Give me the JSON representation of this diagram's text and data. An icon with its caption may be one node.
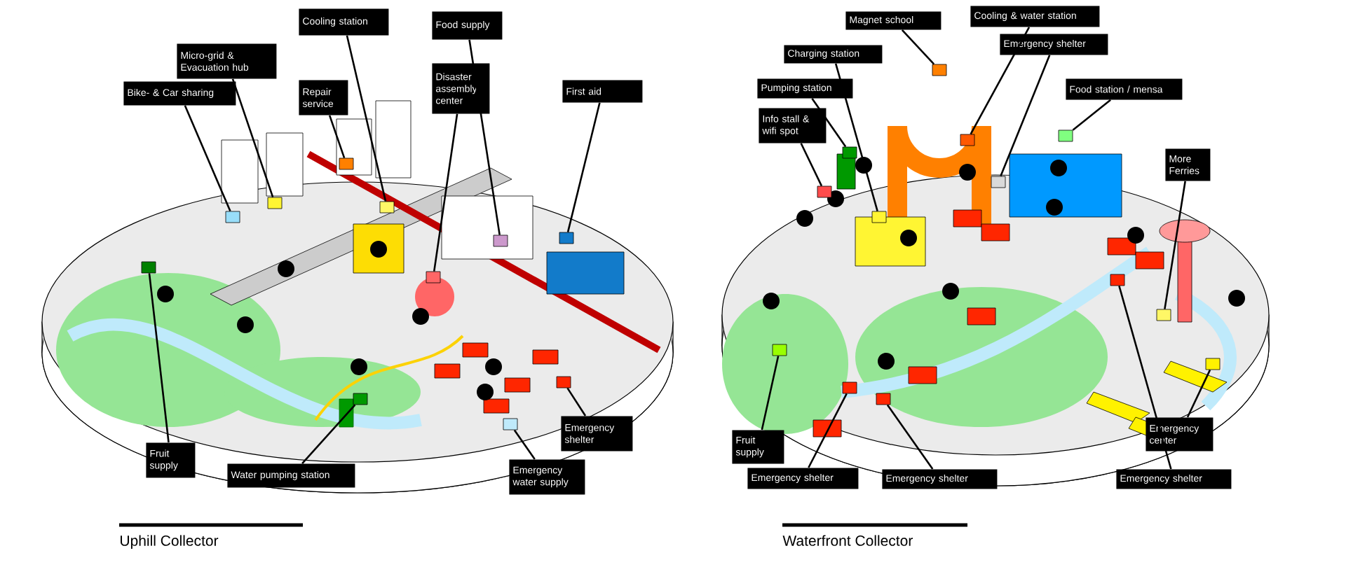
{
  "diagram": {
    "nodes": [
      {
        "text": [
          "Bike- & Car sharing"
        ]
      },
      {
        "text": [
          "Micro-grid & Evacuation hub"
        ]
      },
      {
        "text": [
          "Repair service"
        ]
      },
      {
        "text": [
          "Cooling station"
        ]
      },
      {
        "text": [
          "Food supply"
        ]
      },
      {
        "text": [
          "Disaster assembly center"
        ]
      },
      {
        "text": [
          "First aid"
        ]
      },
      {
        "text": [
          "Fruit supply"
        ]
      },
      {
        "text": [
          "Water pumping station"
        ]
      },
      {
        "text": [
          "Emergency shelter"
        ]
      },
      {
        "text": [
          "Emergency water supply"
        ]
      },
      {
        "text": [
          "Magnet school"
        ]
      },
      {
        "text": [
          "Cooling & water station"
        ]
      },
      {
        "text": [
          "Charging station"
        ]
      },
      {
        "text": [
          "Emergency shelter"
        ]
      },
      {
        "text": [
          "Pumping station"
        ]
      },
      {
        "text": [
          "Food station / mensa"
        ]
      },
      {
        "text": [
          "Info stall & wifi spot"
        ]
      },
      {
        "text": [
          "More Ferries"
        ]
      },
      {
        "text": [
          "Fruit supply"
        ]
      },
      {
        "text": [
          "Emergency shelter"
        ]
      },
      {
        "text": [
          "Emergency shelter"
        ]
      },
      {
        "text": [
          "Emergency center"
        ]
      },
      {
        "text": [
          "Emergency shelter"
        ]
      },
      {
        "text": [],
        "shape": "box"
      },
      {
        "text": [],
        "shape": "box"
      },
      {
        "text": [],
        "shape": "box"
      },
      {
        "text": [],
        "shape": "box"
      },
      {
        "text": [],
        "shape": "box"
      },
      {
        "text": [],
        "shape": "box"
      },
      {
        "text": [],
        "shape": "box"
      },
      {
        "text": [],
        "shape": "box"
      },
      {
        "text": [],
        "shape": "box"
      },
      {
        "text": [],
        "shape": "box"
      },
      {
        "text": [],
        "shape": "box"
      },
      {
        "text": [],
        "shape": "box"
      },
      {
        "text": [],
        "shape": "box"
      },
      {
        "text": [],
        "shape": "box"
      },
      {
        "text": [],
        "shape": "box"
      },
      {
        "text": [],
        "shape": "box"
      },
      {
        "text": [],
        "shape": "box"
      },
      {
        "text": [],
        "shape": "box"
      },
      {
        "text": [],
        "shape": "box"
      },
      {
        "text": [],
        "shape": "box"
      },
      {
        "text": [],
        "shape": "box"
      },
      {
        "text": [],
        "shape": "box"
      },
      {
        "text": [],
        "shape": "box"
      },
      {
        "text": [],
        "shape": "box"
      }
    ],
    "edges": [
      {
        "from": 0,
        "to": 24,
        "arrow": "none"
      },
      {
        "from": 1,
        "to": 25,
        "arrow": "none"
      },
      {
        "from": 2,
        "to": 26,
        "arrow": "none"
      },
      {
        "from": 3,
        "to": 27,
        "arrow": "none"
      },
      {
        "from": 4,
        "to": 28,
        "arrow": "none"
      },
      {
        "from": 5,
        "to": 29,
        "arrow": "none"
      },
      {
        "from": 6,
        "to": 30,
        "arrow": "none"
      },
      {
        "from": 7,
        "to": 31,
        "arrow": "none"
      },
      {
        "from": 8,
        "to": 32,
        "arrow": "none"
      },
      {
        "from": 9,
        "to": 33,
        "arrow": "none"
      },
      {
        "from": 10,
        "to": 34,
        "arrow": "none"
      },
      {
        "from": 11,
        "to": 35,
        "arrow": "none"
      },
      {
        "from": 12,
        "to": 36,
        "arrow": "none"
      },
      {
        "from": 13,
        "to": 37,
        "arrow": "none"
      },
      {
        "from": 14,
        "to": 38,
        "arrow": "none"
      },
      {
        "from": 15,
        "to": 39,
        "arrow": "none"
      },
      {
        "from": 16,
        "to": 40,
        "arrow": "none"
      },
      {
        "from": 17,
        "to": 41,
        "arrow": "none"
      },
      {
        "from": 18,
        "to": 42,
        "arrow": "none"
      },
      {
        "from": 19,
        "to": 43,
        "arrow": "none"
      },
      {
        "from": 20,
        "to": 44,
        "arrow": "none"
      },
      {
        "from": 21,
        "to": 45,
        "arrow": "none"
      },
      {
        "from": 22,
        "to": 46,
        "arrow": "none"
      },
      {
        "from": 23,
        "to": 47,
        "arrow": "none"
      }
    ],
    "labels": [
      "Uphill Collector",
      "Waterfront Collector"
    ]
  }
}
